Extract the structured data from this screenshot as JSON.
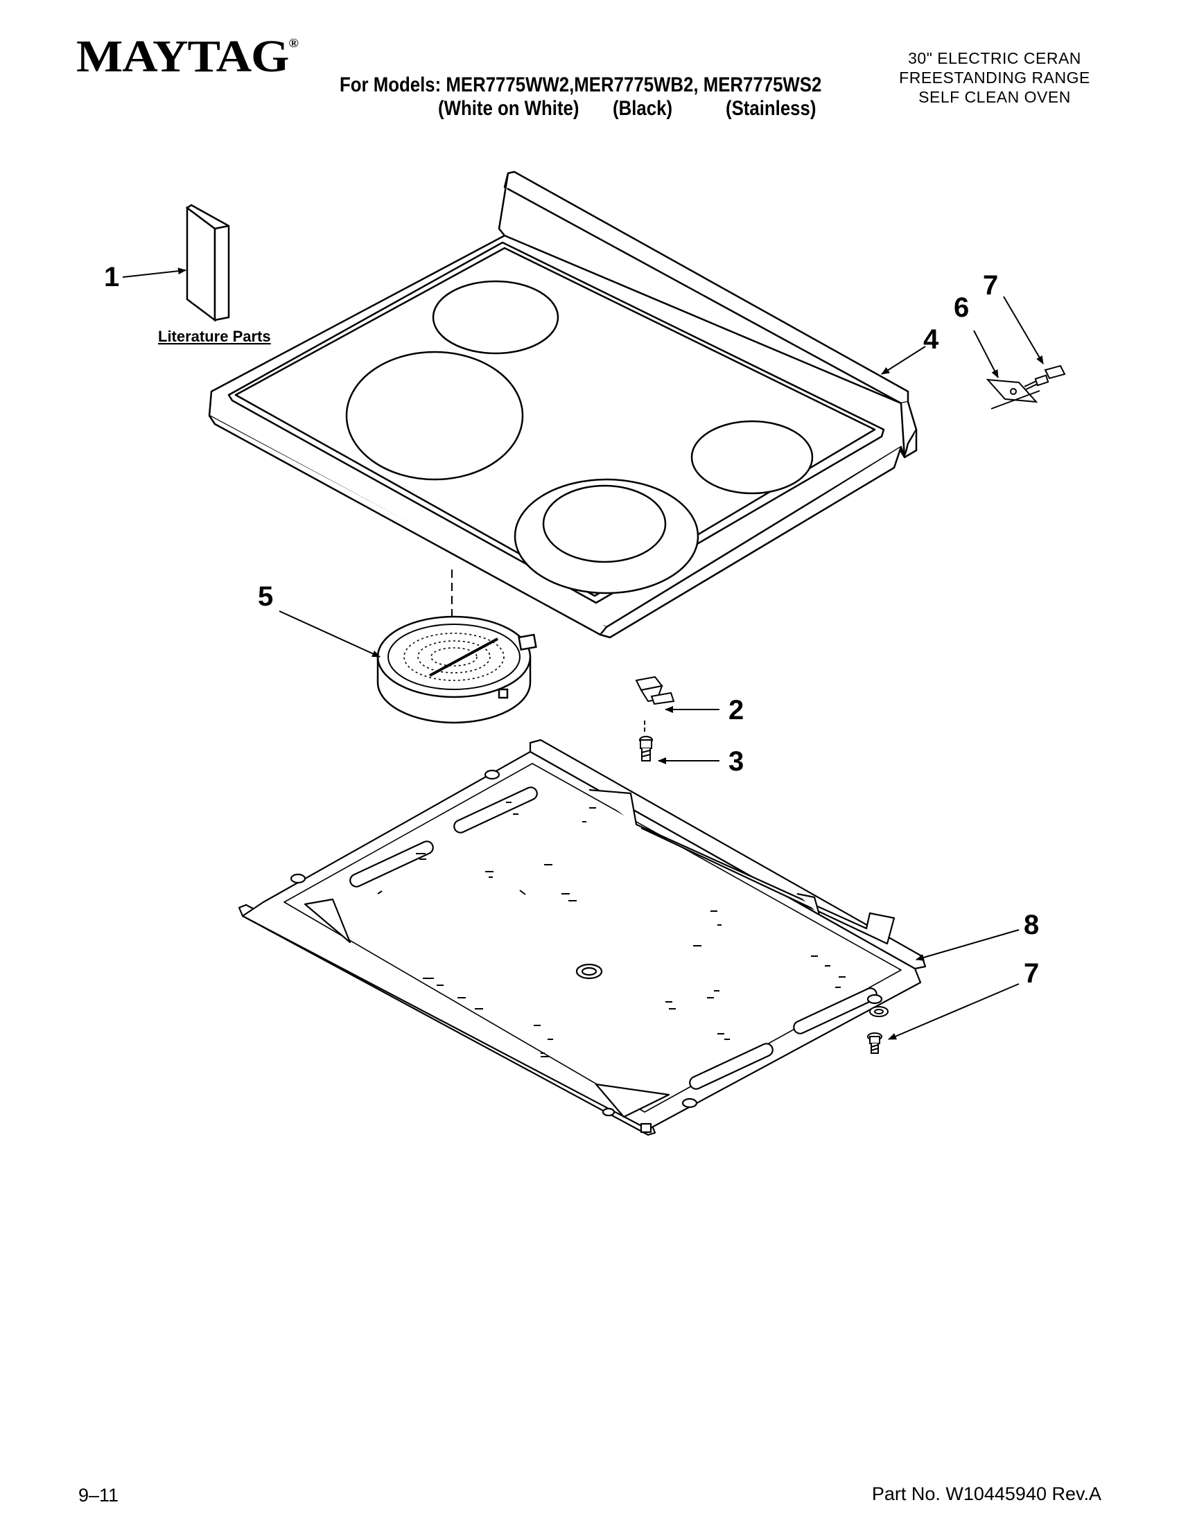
{
  "header": {
    "brand": "MAYTAG",
    "brand_mark": "®",
    "models_line": "For Models: MER7775WW2,MER7775WB2, MER7775WS2",
    "variant_white": "(White on White)",
    "variant_black": "(Black)",
    "variant_stainless": "(Stainless)",
    "description": [
      "30\" ELECTRIC CERAN",
      "FREESTANDING RANGE",
      "SELF CLEAN OVEN"
    ]
  },
  "diagram": {
    "literature_label": "Literature Parts",
    "callouts": {
      "c1": "1",
      "c2": "2",
      "c3": "3",
      "c4": "4",
      "c5": "5",
      "c6": "6",
      "c7a": "7",
      "c7b": "7",
      "c8": "8"
    }
  },
  "footer": {
    "page_number": "9–11",
    "part_number": "Part No. W10445940 Rev.A"
  }
}
